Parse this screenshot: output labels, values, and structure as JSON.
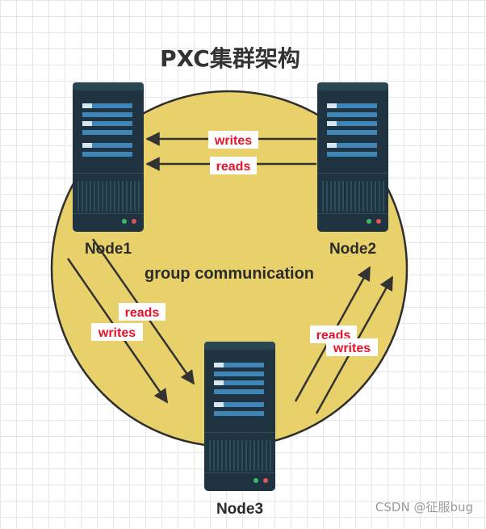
{
  "title": "PXC集群架构",
  "group_label": "group communication",
  "nodes": {
    "node1": "Node1",
    "node2": "Node2",
    "node3": "Node3"
  },
  "edges": {
    "n2_n1_writes": "writes",
    "n2_n1_reads": "reads",
    "n1_n3_reads": "reads",
    "n1_n3_writes": "writes",
    "n3_n2_reads": "reads",
    "n3_n2_writes": "writes"
  },
  "watermark": "CSDN @征服bug",
  "colors": {
    "circle_fill": "#e8d06a",
    "circle_stroke": "#2e2e2e",
    "server_body": "#1f3440",
    "server_bar": "#3f86b8",
    "edge_label": "#e8132a",
    "arrow": "#333333"
  }
}
